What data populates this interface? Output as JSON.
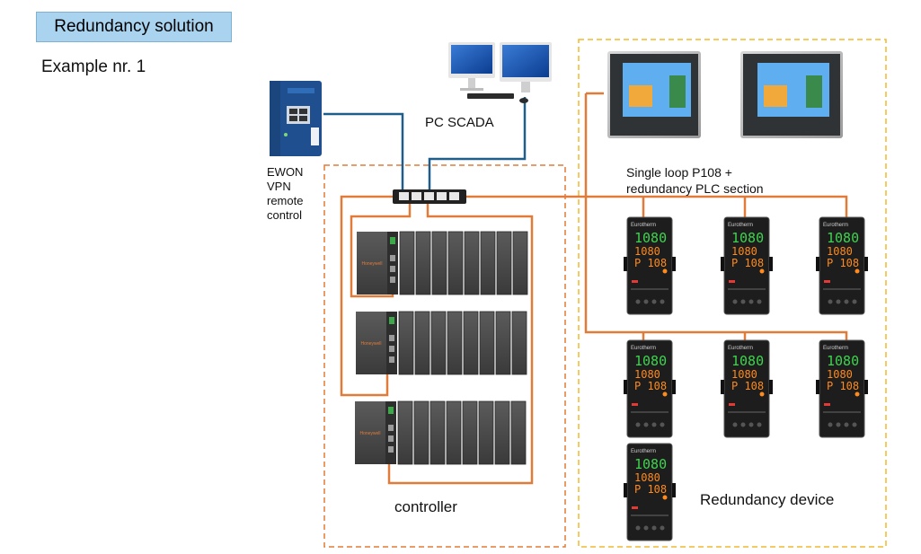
{
  "header": {
    "title": "Redundancy solution",
    "example": "Example nr. 1"
  },
  "labels": {
    "ewon": [
      "EWON",
      "VPN",
      "remote",
      "control"
    ],
    "pc_scada": "PC SCADA",
    "single_loop": [
      "Single loop P108  +",
      "redundancy PLC section"
    ],
    "controller": "controller",
    "redundancy_device": "Redundancy device"
  },
  "devices": {
    "plc_brand": "Honeywell",
    "controller_brand": "Eurotherm",
    "display_rows": [
      "1080",
      "1080",
      "P 108"
    ]
  },
  "colors": {
    "title_bg": "#a9d3ef",
    "orange": "#e07b39",
    "yellow_dashed": "#f2b82b",
    "blue_line": "#1f5e8a",
    "display_green": "#3ed34e",
    "display_orange": "#ff8a1e"
  }
}
